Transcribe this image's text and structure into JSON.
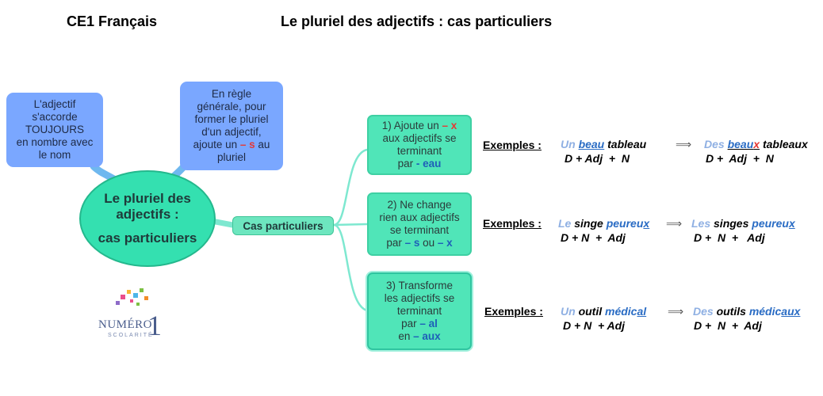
{
  "header": {
    "left": "CE1 Français",
    "title": "Le pluriel des adjectifs : cas particuliers"
  },
  "notes": {
    "left": [
      "L'adjectif",
      "s'accorde",
      "TOUJOURS",
      "en nombre avec",
      "le nom"
    ],
    "right": {
      "lines": [
        "En règle",
        "générale, pour",
        "former le pluriel",
        "d'un adjectif,"
      ],
      "last_pre": "ajoute un ",
      "last_mark": "– s",
      "last_post": " au",
      "tail": "pluriel"
    }
  },
  "center": {
    "line1": "Le pluriel des",
    "line2": "adjectifs :",
    "line3": "cas particuliers"
  },
  "branch_label": "Cas particuliers",
  "cases": [
    {
      "l1_pre": "1) Ajoute un ",
      "l1_mark": "– x",
      "l2": "aux adjectifs se",
      "l3": "terminant",
      "l4_pre": "par ",
      "l4_mark": "- eau"
    },
    {
      "l1": "2) Ne change",
      "l2": "rien aux adjectifs",
      "l3": "se terminant",
      "l4_pre": "par ",
      "l4_mark1": "– s",
      "l4_mid": " ou ",
      "l4_mark2": "– x"
    },
    {
      "l1": "3) Transforme",
      "l2": "les adjectifs se",
      "l3": "terminant",
      "l4_pre": "par ",
      "l4_mark": "– al",
      "l5_pre": "en ",
      "l5_mark": "– aux"
    }
  ],
  "examples": {
    "label": "Exemples :",
    "arrow": "⟹",
    "rows": [
      {
        "sing": {
          "det": "Un",
          "adj": "beau",
          "noun": "tableau"
        },
        "sing_formula": "D + Adj  +  N",
        "plur": {
          "det": "Des",
          "adj_stem": "beau",
          "adj_end": "x",
          "noun": "tableaux"
        },
        "plur_formula": "D +  Adj  +  N"
      },
      {
        "sing": {
          "det": "Le",
          "noun": "singe",
          "adj_stem": "peureu",
          "adj_end": "x"
        },
        "sing_formula": "D + N  +  Adj",
        "plur": {
          "det": "Les",
          "noun": "singes",
          "adj_stem": "peureu",
          "adj_end": "x"
        },
        "plur_formula": "D +  N  +   Adj"
      },
      {
        "sing": {
          "det": "Un",
          "noun": "outil",
          "adj_stem": "médic",
          "adj_end": "al"
        },
        "sing_formula": "D + N  + Adj",
        "plur": {
          "det": "Des",
          "noun": "outils",
          "adj_stem": "médic",
          "adj_end": "aux"
        },
        "plur_formula": "D +  N  +  Adj"
      }
    ]
  },
  "logo": {
    "word": "NUMÉRO",
    "digit": "1",
    "sub": "SCOLARITÉ"
  },
  "colors": {
    "note_blue": "#7aa7ff",
    "center_green": "#34e0b0",
    "case_green": "#50e5b8",
    "connector": "#7ee8d0",
    "mark_red": "#e53935",
    "mark_blue": "#1e5fb8"
  }
}
